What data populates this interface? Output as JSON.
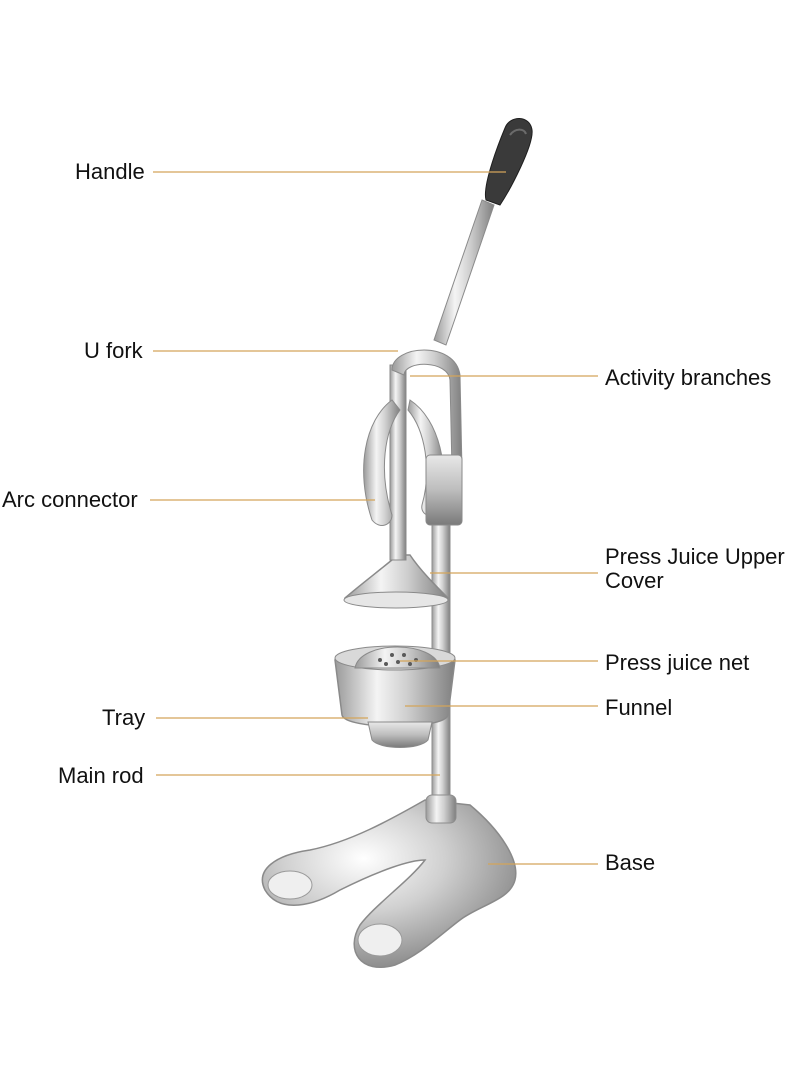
{
  "labels": {
    "handle": "Handle",
    "u_fork": "U fork",
    "arc_connector": "Arc connector",
    "tray": "Tray",
    "main_rod": "Main rod",
    "activity_branches": "Activity branches",
    "press_juice_upper_cover": "Press Juice Upper\nCover",
    "press_juice_net": "Press juice net",
    "funnel": "Funnel",
    "base": "Base"
  },
  "colors": {
    "leader_line": "#d4a55a",
    "steel_light": "#f2f2f2",
    "steel_mid": "#c9c9c9",
    "steel_dark": "#8a8a8a",
    "grip": "#3a3a3a"
  }
}
